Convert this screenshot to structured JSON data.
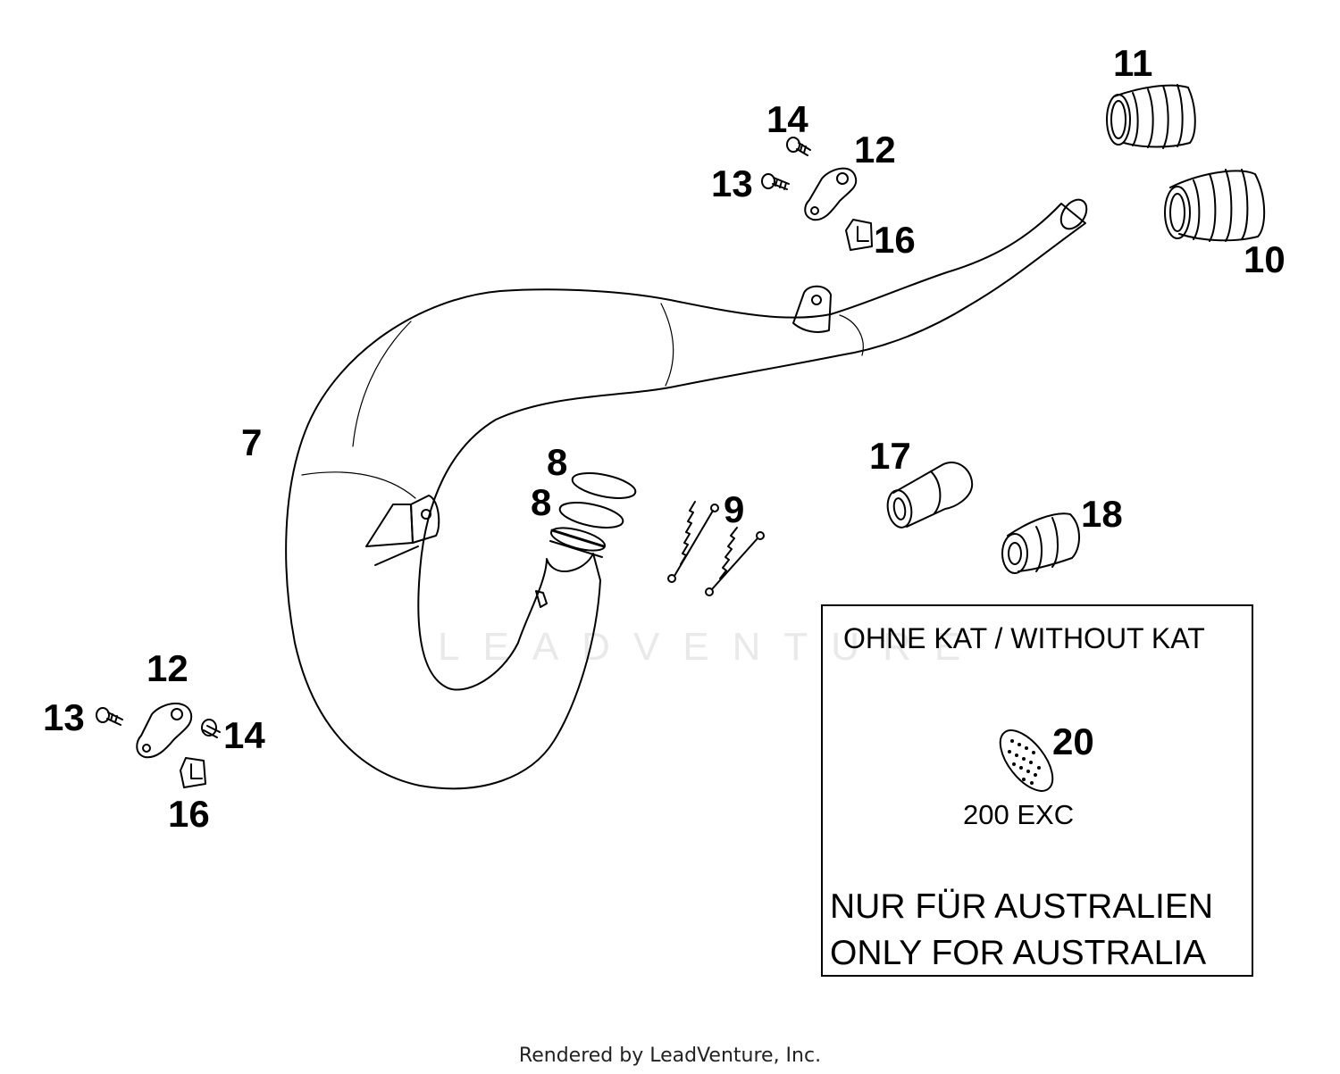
{
  "callouts": {
    "c7": "7",
    "c8a": "8",
    "c8b": "8",
    "c9": "9",
    "c10": "10",
    "c11": "11",
    "c12_top": "12",
    "c13_top": "13",
    "c14_top": "14",
    "c16_top": "16",
    "c12_bottom": "12",
    "c13_bottom": "13",
    "c14_bottom": "14",
    "c16_bottom": "16",
    "c17": "17",
    "c18": "18",
    "c20": "20"
  },
  "inset": {
    "heading": "OHNE KAT / WITHOUT KAT",
    "model": "200 EXC",
    "note_de": "NUR FÜR AUSTRALIEN",
    "note_en": "ONLY FOR AUSTRALIA"
  },
  "watermark": "LEADVENTURE",
  "footer": "Rendered by LeadVenture, Inc."
}
